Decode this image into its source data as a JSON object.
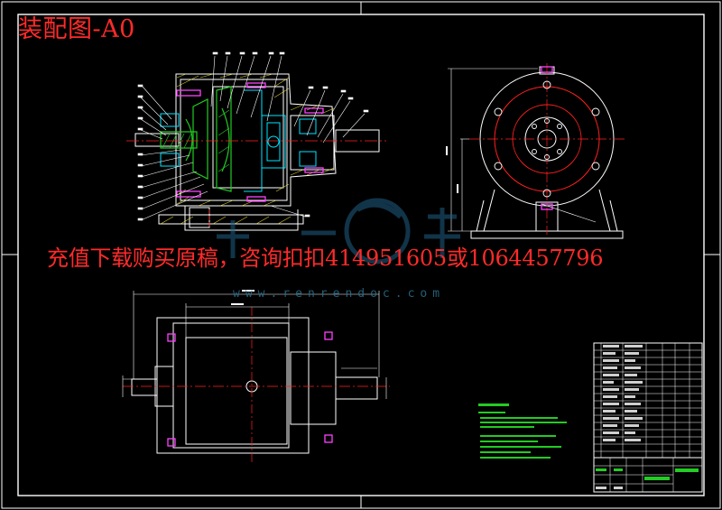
{
  "title": "装配图-A0",
  "banner": "充值下载购买原稿，咨询扣扣414951605或1064457796",
  "watermark_url": "www.renrendoc.com",
  "colors": {
    "background": "#000000",
    "frame": "#ffffff",
    "red_text": "#ff2a2a",
    "drawing_lines": "#ffffff",
    "center_lines": "#ff2020",
    "cyan_lines": "#00e5ff",
    "green_section": "#22cc22",
    "magenta": "#ff40ff",
    "yellow_hatch": "#ffee33"
  }
}
